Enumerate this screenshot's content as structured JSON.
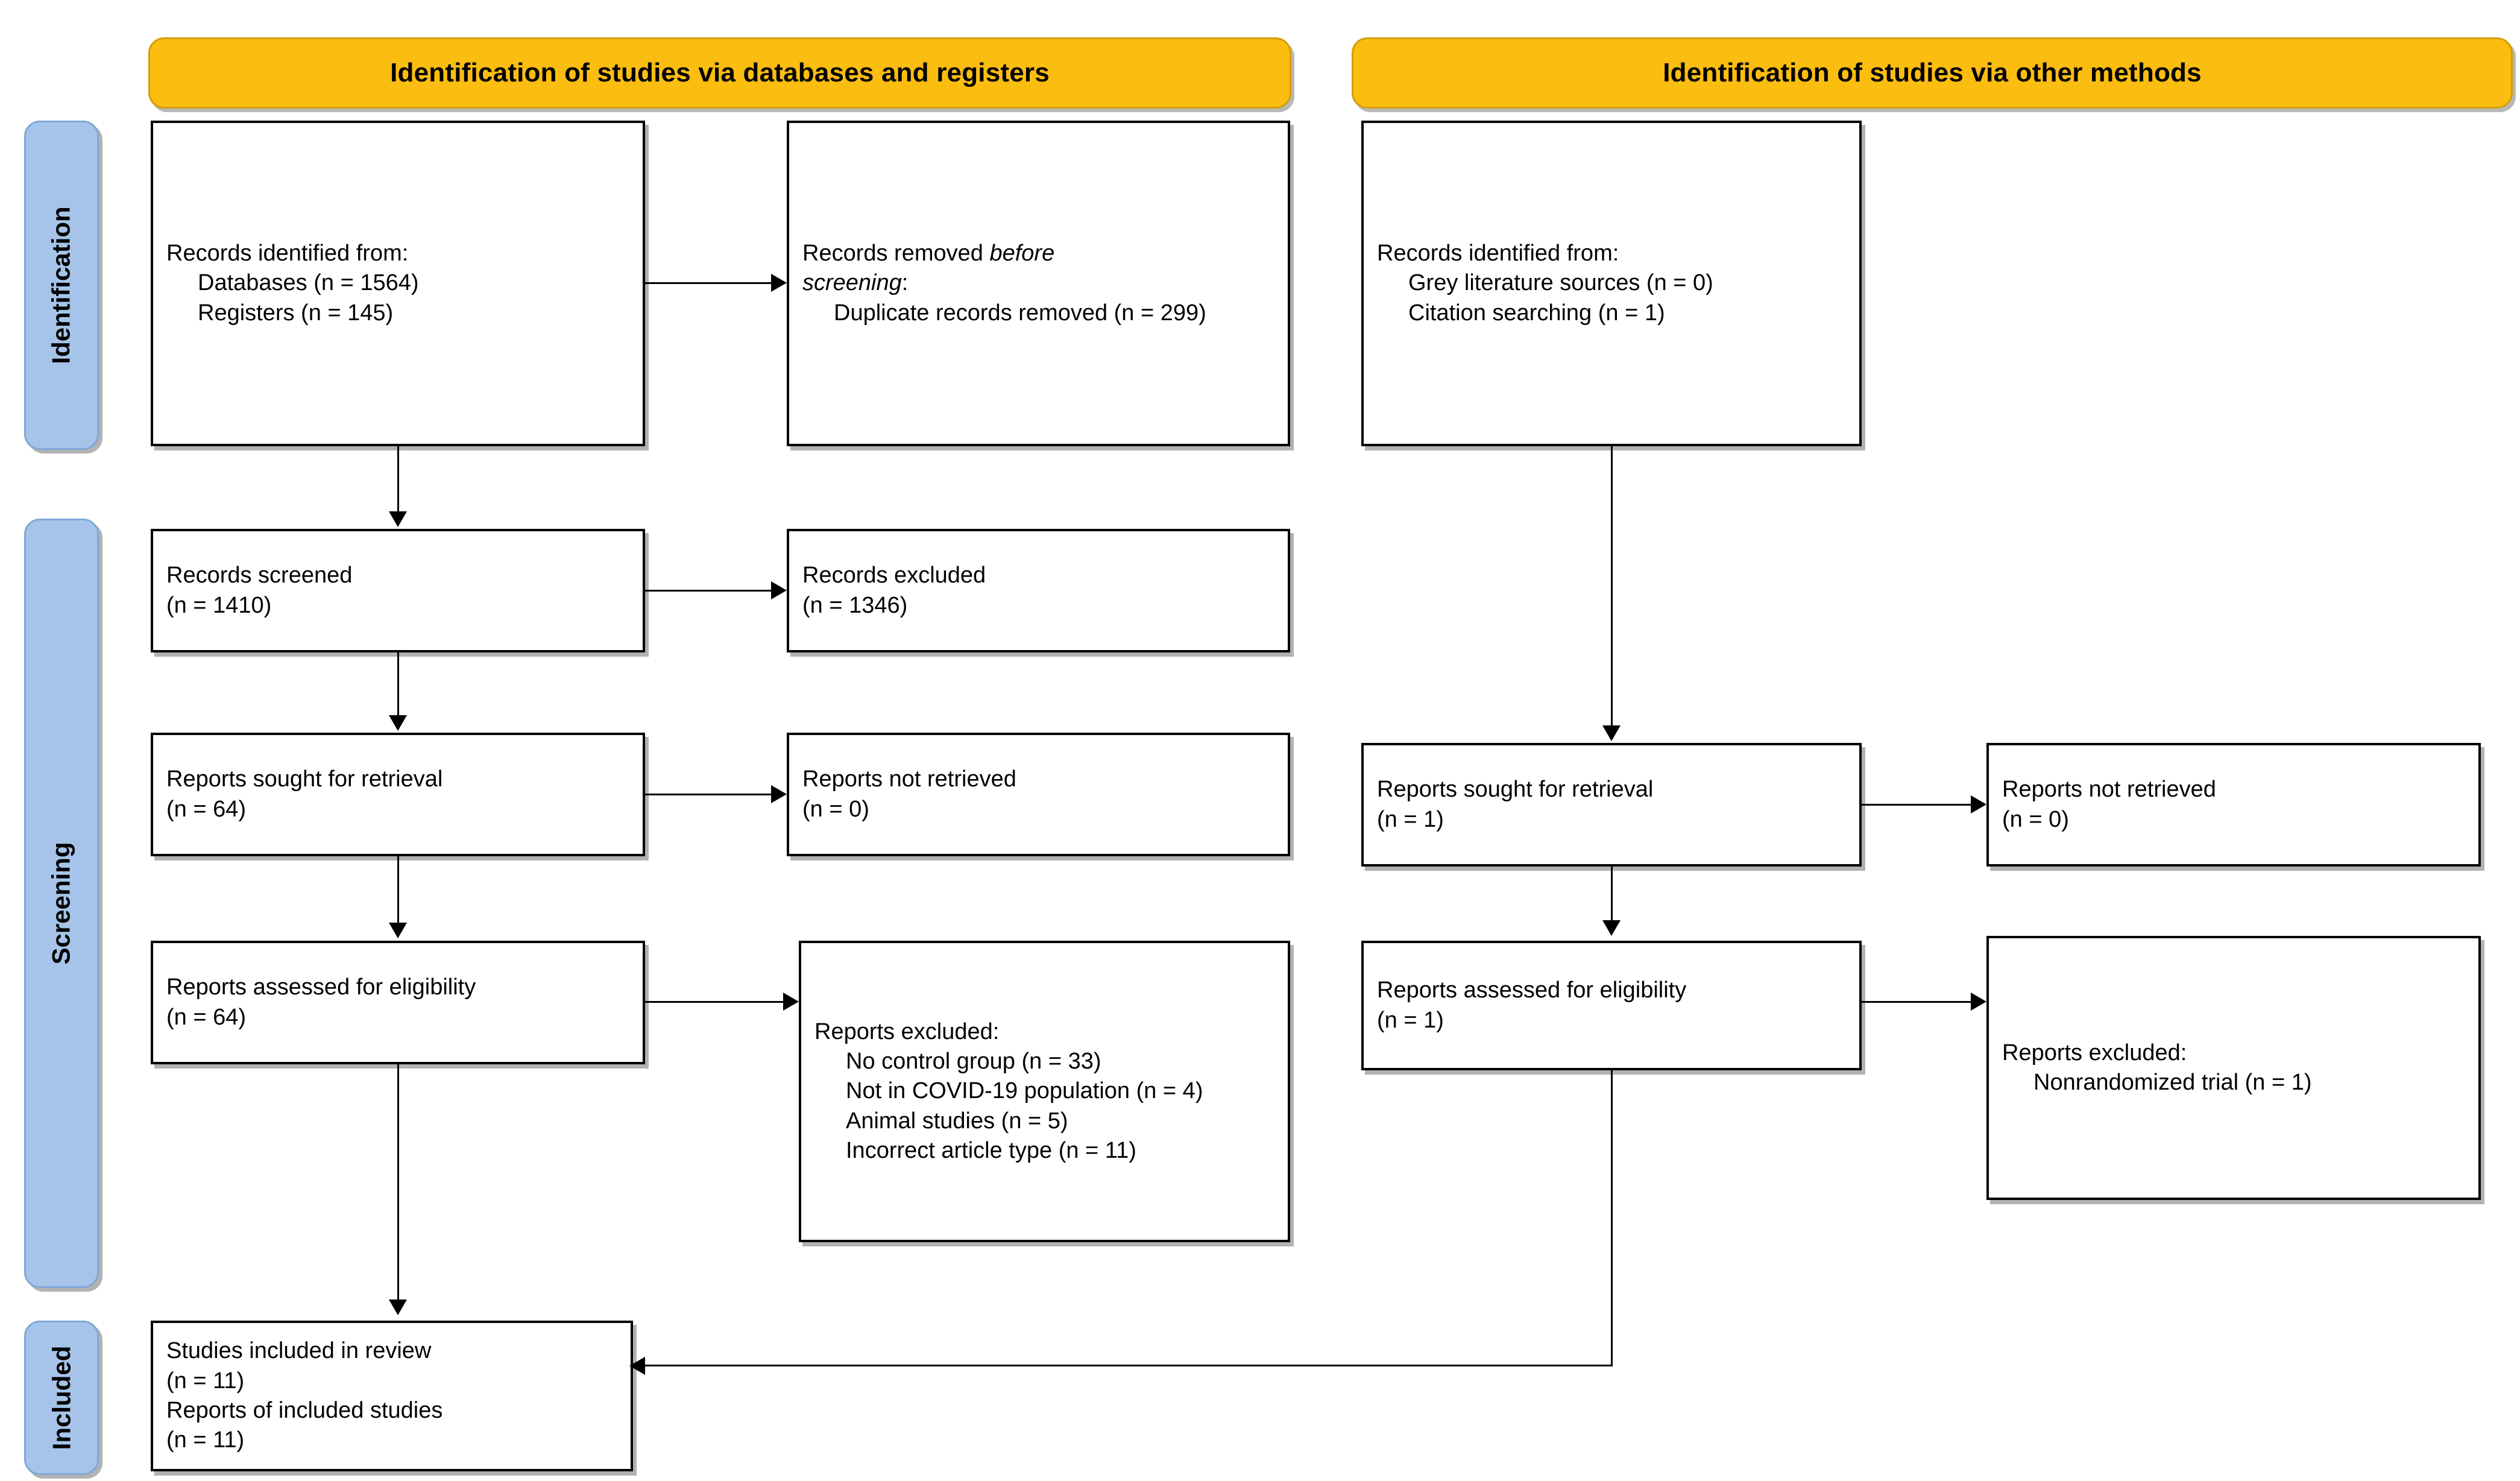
{
  "diagram": {
    "title": "PRISMA 2020 flow diagram",
    "colors": {
      "header_yellow": "#FCBD11",
      "header_yellow_border": "#D39E0B",
      "stage_blue": "#A6C4E9",
      "stage_blue_border": "#7FA8D6",
      "box_border": "#000000",
      "box_fill": "#FFFFFF"
    }
  },
  "headers": {
    "databases": "Identification of studies via databases and registers",
    "other": "Identification of studies via other methods"
  },
  "stages": {
    "identification": "Identification",
    "screening": "Screening",
    "included": "Included"
  },
  "boxes": {
    "records_identified_db": {
      "l1": "Records identified from:",
      "l2": "Databases (n = 1564)",
      "l3": "Registers (n = 145)"
    },
    "records_removed": {
      "l1a": "Records removed ",
      "l1b": "before",
      "l2": "screening",
      "l2b": ":",
      "l3": "Duplicate records removed (n = 299)"
    },
    "records_screened": {
      "l1": "Records screened",
      "l2": "(n = 1410)"
    },
    "records_excluded": {
      "l1": "Records excluded",
      "l2": "(n = 1346)"
    },
    "reports_sought_db": {
      "l1": "Reports sought for retrieval",
      "l2": "(n = 64)"
    },
    "reports_not_retrieved_db": {
      "l1": "Reports not retrieved",
      "l2": "(n = 0)"
    },
    "reports_assessed_db": {
      "l1": "Reports assessed for eligibility",
      "l2": "(n = 64)"
    },
    "reports_excluded_db": {
      "l1": "Reports excluded:",
      "l2": "No control group (n = 33)",
      "l3": "Not in COVID-19 population (n = 4)",
      "l4": "Animal studies (n = 5)",
      "l5": "Incorrect article type (n = 11)"
    },
    "records_identified_other": {
      "l1": "Records identified from:",
      "l2": "Grey literature sources (n = 0)",
      "l3": "Citation searching (n = 1)"
    },
    "reports_sought_other": {
      "l1": "Reports sought for retrieval",
      "l2": "(n = 1)"
    },
    "reports_not_retrieved_other": {
      "l1": "Reports not retrieved",
      "l2": "(n = 0)"
    },
    "reports_assessed_other": {
      "l1": "Reports assessed for eligibility",
      "l2": "(n = 1)"
    },
    "reports_excluded_other": {
      "l1": "Reports excluded:",
      "l2": "Nonrandomized trial (n = 1)"
    },
    "studies_included": {
      "l1": "Studies included in review",
      "l2": "(n = 11)",
      "l3": "Reports of included studies",
      "l4": "(n = 11)"
    }
  },
  "chart_data": {
    "type": "flowchart",
    "title": "PRISMA 2020 flow diagram for new systematic reviews",
    "columns": [
      "Identification of studies via databases and registers",
      "Identification of studies via other methods"
    ],
    "stages": [
      "Identification",
      "Screening",
      "Included"
    ],
    "nodes": [
      {
        "id": "db_identified",
        "label": "Records identified from: Databases (n = 1564); Registers (n = 145)",
        "values": {
          "Databases": 1564,
          "Registers": 145
        }
      },
      {
        "id": "db_removed",
        "label": "Records removed before screening: Duplicate records removed (n = 299)",
        "values": {
          "Duplicate records removed": 299
        }
      },
      {
        "id": "db_screened",
        "label": "Records screened",
        "values": {
          "n": 1410
        }
      },
      {
        "id": "db_rec_excluded",
        "label": "Records excluded",
        "values": {
          "n": 1346
        }
      },
      {
        "id": "db_sought",
        "label": "Reports sought for retrieval",
        "values": {
          "n": 64
        }
      },
      {
        "id": "db_not_retrieved",
        "label": "Reports not retrieved",
        "values": {
          "n": 0
        }
      },
      {
        "id": "db_assessed",
        "label": "Reports assessed for eligibility",
        "values": {
          "n": 64
        }
      },
      {
        "id": "db_excluded",
        "label": "Reports excluded",
        "values": {
          "No control group": 33,
          "Not in COVID-19 population": 4,
          "Animal studies": 5,
          "Incorrect article type": 11
        }
      },
      {
        "id": "ot_identified",
        "label": "Records identified from: Grey literature sources (n = 0); Citation searching (n = 1)",
        "values": {
          "Grey literature sources": 0,
          "Citation searching": 1
        }
      },
      {
        "id": "ot_sought",
        "label": "Reports sought for retrieval",
        "values": {
          "n": 1
        }
      },
      {
        "id": "ot_not_retrieved",
        "label": "Reports not retrieved",
        "values": {
          "n": 0
        }
      },
      {
        "id": "ot_assessed",
        "label": "Reports assessed for eligibility",
        "values": {
          "n": 1
        }
      },
      {
        "id": "ot_excluded",
        "label": "Reports excluded: Nonrandomized trial (n = 1)",
        "values": {
          "Nonrandomized trial": 1
        }
      },
      {
        "id": "included",
        "label": "Studies included in review (n = 11); Reports of included studies (n = 11)",
        "values": {
          "Studies included in review": 11,
          "Reports of included studies": 11
        }
      }
    ],
    "edges": [
      {
        "from": "db_identified",
        "to": "db_removed"
      },
      {
        "from": "db_identified",
        "to": "db_screened"
      },
      {
        "from": "db_screened",
        "to": "db_rec_excluded"
      },
      {
        "from": "db_screened",
        "to": "db_sought"
      },
      {
        "from": "db_sought",
        "to": "db_not_retrieved"
      },
      {
        "from": "db_sought",
        "to": "db_assessed"
      },
      {
        "from": "db_assessed",
        "to": "db_excluded"
      },
      {
        "from": "db_assessed",
        "to": "included"
      },
      {
        "from": "ot_identified",
        "to": "ot_sought"
      },
      {
        "from": "ot_sought",
        "to": "ot_not_retrieved"
      },
      {
        "from": "ot_sought",
        "to": "ot_assessed"
      },
      {
        "from": "ot_assessed",
        "to": "ot_excluded"
      },
      {
        "from": "ot_assessed",
        "to": "included"
      }
    ]
  }
}
